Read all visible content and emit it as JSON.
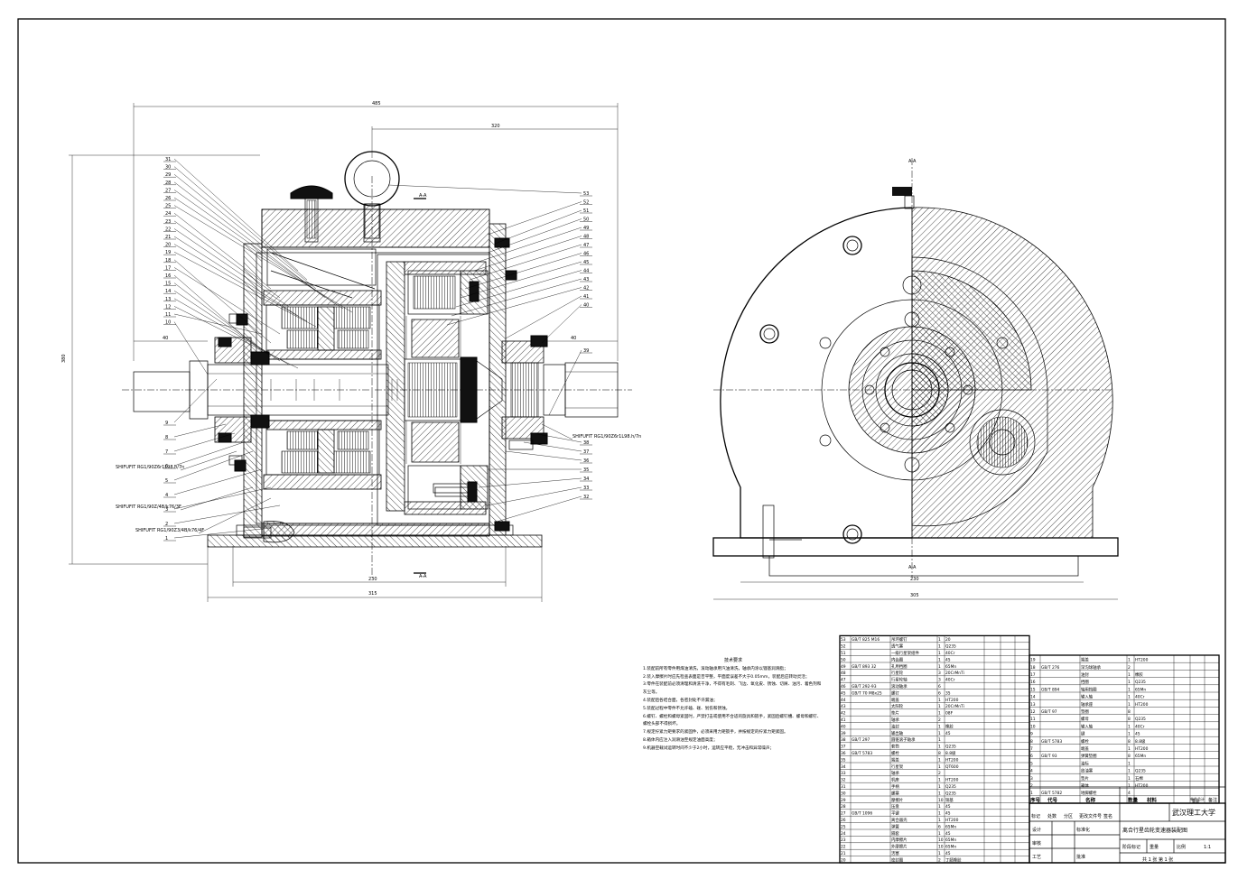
{
  "drawing": {
    "dimensions": {
      "overall_width": "485",
      "output_offset": "320",
      "height": "380",
      "shaft_left": "40",
      "shaft_right": "40",
      "base_inner": "230",
      "base_outer": "315",
      "side_base_inner": "230",
      "side_base_outer": "305",
      "section_mark": "A-A"
    },
    "fits": {
      "fit_1": "SHIFUFIT RG1/90Z6r1L98.h/7n",
      "fit_2": "SHIFUFIT RG1/90Z/4B/k76/3F",
      "fit_3": "SHIFUFIT RG1/90Z3/4B/k76/4F",
      "fit_4": "SHIFUFIT RG1/90Z6r1L98.h/7n"
    },
    "balloons_left": [
      "31",
      "30",
      "29",
      "28",
      "27",
      "26",
      "25",
      "24",
      "23",
      "22",
      "21",
      "20",
      "19",
      "18",
      "17",
      "16",
      "15",
      "14",
      "13",
      "12",
      "11",
      "10",
      "9",
      "8",
      "7",
      "6",
      "5",
      "4",
      "3",
      "2",
      "1"
    ],
    "balloons_right": [
      "53",
      "52",
      "51",
      "50",
      "49",
      "48",
      "47",
      "46",
      "45",
      "44",
      "43",
      "42",
      "41",
      "40",
      "39",
      "38",
      "37",
      "36",
      "35",
      "34",
      "33",
      "32"
    ]
  },
  "notes": {
    "title": "技术要求",
    "lines": [
      "1.装配前所有零件用煤油清洗，滚动轴承用汽油清洗，轴承内涂以锂基润滑脂；",
      "2.装入摩擦片时应先检查表面是否平整，平面度误差不大于0.05mm，装配后应转动灵活；",
      "3.零件在装配前必须清理和清洗干净，不得有毛刺、飞边、氧化皮、锈蚀、切屑、油污、着色剂和灰尘等。",
      "4.装配后各结合面，各密封处不许漏油；",
      "5.装配过程中零件不允许磕、碰、划伤和锈蚀。",
      "6.螺钉、螺栓和螺母紧固时，严禁打击或使用不合适的旋具和扳手，紧固后螺钉槽、螺母和螺钉、螺栓头部不得损坏。",
      "7.规定拧紧力矩要求的紧固件，必须采用力矩扳手，并按规定的拧紧力矩紧固。",
      "8.箱体内应注入润滑油至规定油面高度；",
      "9.机器空载试运转时间不少于2小时，运转应平稳，无冲击和异常噪声；"
    ]
  },
  "bom_left": [
    {
      "no": "53",
      "code": "GB/T 825 M16",
      "name": "吊环螺钉",
      "qty": "1",
      "mat": "20"
    },
    {
      "no": "52",
      "code": "",
      "name": "透气塞",
      "qty": "1",
      "mat": "Q235"
    },
    {
      "no": "51",
      "code": "",
      "name": "一级行星架组件",
      "qty": "1",
      "mat": "40Cr"
    },
    {
      "no": "50",
      "code": "",
      "name": "内齿圈",
      "qty": "1",
      "mat": "45"
    },
    {
      "no": "49",
      "code": "GB/T 893 32",
      "name": "孔用挡圈",
      "qty": "1",
      "mat": "65Mn"
    },
    {
      "no": "48",
      "code": "",
      "name": "行星轮",
      "qty": "3",
      "mat": "20CrMnTi"
    },
    {
      "no": "47",
      "code": "",
      "name": "行星轮轴",
      "qty": "3",
      "mat": "40Cr"
    },
    {
      "no": "46",
      "code": "GB/T 292-93",
      "name": "滚动轴承",
      "qty": "6",
      "mat": ""
    },
    {
      "no": "45",
      "code": "GB/T 70 M8x25",
      "name": "螺钉",
      "qty": "6",
      "mat": "35"
    },
    {
      "no": "44",
      "code": "",
      "name": "端盖",
      "qty": "1",
      "mat": "HT200"
    },
    {
      "no": "43",
      "code": "",
      "name": "太阳轮",
      "qty": "1",
      "mat": "20CrMnTi"
    },
    {
      "no": "42",
      "code": "",
      "name": "垫片",
      "qty": "1",
      "mat": "08F"
    },
    {
      "no": "41",
      "code": "",
      "name": "轴承",
      "qty": "2",
      "mat": ""
    },
    {
      "no": "40",
      "code": "",
      "name": "油封",
      "qty": "1",
      "mat": "橡胶"
    },
    {
      "no": "39",
      "code": "",
      "name": "输出轴",
      "qty": "1",
      "mat": "45"
    },
    {
      "no": "38",
      "code": "GB/T 297",
      "name": "圆锥滚子轴承",
      "qty": "1",
      "mat": ""
    },
    {
      "no": "37",
      "code": "",
      "name": "套筒",
      "qty": "1",
      "mat": "Q235"
    },
    {
      "no": "36",
      "code": "GB/T 5783",
      "name": "螺栓",
      "qty": "8",
      "mat": "8.8级"
    },
    {
      "no": "35",
      "code": "",
      "name": "端盖",
      "qty": "1",
      "mat": "HT200"
    },
    {
      "no": "34",
      "code": "",
      "name": "行星架",
      "qty": "1",
      "mat": "QT600"
    },
    {
      "no": "33",
      "code": "",
      "name": "轴承",
      "qty": "2",
      "mat": ""
    },
    {
      "no": "32",
      "code": "",
      "name": "机座",
      "qty": "1",
      "mat": "HT200"
    },
    {
      "no": "31",
      "code": "",
      "name": "手柄",
      "qty": "1",
      "mat": "Q235"
    },
    {
      "no": "30",
      "code": "",
      "name": "螺塞",
      "qty": "1",
      "mat": "Q235"
    },
    {
      "no": "29",
      "code": "",
      "name": "摩擦片",
      "qty": "10",
      "mat": "铜基"
    },
    {
      "no": "28",
      "code": "",
      "name": "压盘",
      "qty": "1",
      "mat": "45"
    },
    {
      "no": "27",
      "code": "GB/T 1096",
      "name": "平键",
      "qty": "1",
      "mat": "45"
    },
    {
      "no": "26",
      "code": "",
      "name": "离合器壳",
      "qty": "1",
      "mat": "HT200"
    },
    {
      "no": "25",
      "code": "",
      "name": "弹簧",
      "qty": "6",
      "mat": "65Mn"
    },
    {
      "no": "24",
      "code": "",
      "name": "隔套",
      "qty": "1",
      "mat": "45"
    },
    {
      "no": "23",
      "code": "",
      "name": "内摩擦片",
      "qty": "10",
      "mat": "65Mn"
    },
    {
      "no": "22",
      "code": "",
      "name": "外摩擦片",
      "qty": "10",
      "mat": "65Mn"
    },
    {
      "no": "21",
      "code": "",
      "name": "活塞",
      "qty": "1",
      "mat": "45"
    },
    {
      "no": "20",
      "code": "",
      "name": "密封圈",
      "qty": "2",
      "mat": "丁腈橡胶"
    }
  ],
  "bom_right": [
    {
      "no": "19",
      "code": "",
      "name": "端盖",
      "qty": "1",
      "mat": "HT200"
    },
    {
      "no": "18",
      "code": "GB/T 276",
      "name": "深沟球轴承",
      "qty": "2",
      "mat": ""
    },
    {
      "no": "17",
      "code": "",
      "name": "油封",
      "qty": "1",
      "mat": "橡胶"
    },
    {
      "no": "16",
      "code": "",
      "name": "挡圈",
      "qty": "1",
      "mat": "Q235"
    },
    {
      "no": "15",
      "code": "GB/T 894",
      "name": "轴用挡圈",
      "qty": "1",
      "mat": "65Mn"
    },
    {
      "no": "14",
      "code": "",
      "name": "输入轴",
      "qty": "1",
      "mat": "40Cr"
    },
    {
      "no": "13",
      "code": "",
      "name": "轴承座",
      "qty": "1",
      "mat": "HT200"
    },
    {
      "no": "12",
      "code": "GB/T 97",
      "name": "垫圈",
      "qty": "8",
      "mat": ""
    },
    {
      "no": "11",
      "code": "",
      "name": "螺母",
      "qty": "8",
      "mat": "Q235"
    },
    {
      "no": "10",
      "code": "",
      "name": "输入轴",
      "qty": "1",
      "mat": "40Cr"
    },
    {
      "no": "9",
      "code": "",
      "name": "键",
      "qty": "1",
      "mat": "45"
    },
    {
      "no": "8",
      "code": "GB/T 5783",
      "name": "螺栓",
      "qty": "8",
      "mat": "8.8级"
    },
    {
      "no": "7",
      "code": "",
      "name": "端盖",
      "qty": "1",
      "mat": "HT200"
    },
    {
      "no": "6",
      "code": "GB/T 93",
      "name": "弹簧垫圈",
      "qty": "8",
      "mat": "65Mn"
    },
    {
      "no": "5",
      "code": "",
      "name": "油标",
      "qty": "1",
      "mat": ""
    },
    {
      "no": "4",
      "code": "",
      "name": "放油塞",
      "qty": "1",
      "mat": "Q235"
    },
    {
      "no": "3",
      "code": "",
      "name": "垫片",
      "qty": "1",
      "mat": "石棉"
    },
    {
      "no": "2",
      "code": "",
      "name": "箱体",
      "qty": "1",
      "mat": "HT200"
    },
    {
      "no": "1",
      "code": "GB/T 5782",
      "name": "地脚螺栓",
      "qty": "4",
      "mat": ""
    }
  ],
  "bom_header": {
    "no": "序号",
    "code": "代号",
    "name": "名称",
    "qty": "数量",
    "mat": "材料",
    "unit_weight": "单件",
    "total_weight": "总计",
    "weight": "重量",
    "remark": "备注"
  },
  "title_block": {
    "school": "武汉理工大学",
    "title": "离合行星齿轮变速器装配图",
    "scale_label": "比例",
    "scale": "1:1",
    "sheet": "共 1 张  第 1 张",
    "designer": "设计",
    "checker": "审核",
    "process": "工艺",
    "approve": "批准",
    "stage": "阶段标记",
    "weight": "重量",
    "mark": "标记",
    "count": "处数",
    "zone": "分区",
    "change_doc": "更改文件号",
    "signature": "签名",
    "date": "年、月、日",
    "std": "标准化"
  }
}
